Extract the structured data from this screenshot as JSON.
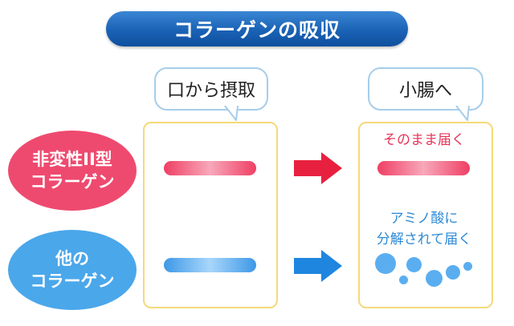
{
  "title": "コラーゲンの吸収",
  "bubbles": {
    "left": "口から摂取",
    "right": "小腸へ"
  },
  "types": {
    "type2": {
      "line1": "非変性II型",
      "line2": "コラーゲン"
    },
    "other": {
      "line1": "他の",
      "line2": "コラーゲン"
    }
  },
  "results": {
    "type2": "そのまま届く",
    "other": {
      "line1": "アミノ酸に",
      "line2": "分解されて届く"
    }
  },
  "colors": {
    "title_bg": "#1a62b5",
    "type2": "#ee4a6f",
    "other": "#4aa7ea",
    "box_border": "#f4d97a",
    "bubble_border": "#a6cdea"
  },
  "icons": [
    "right-arrow-icon"
  ]
}
